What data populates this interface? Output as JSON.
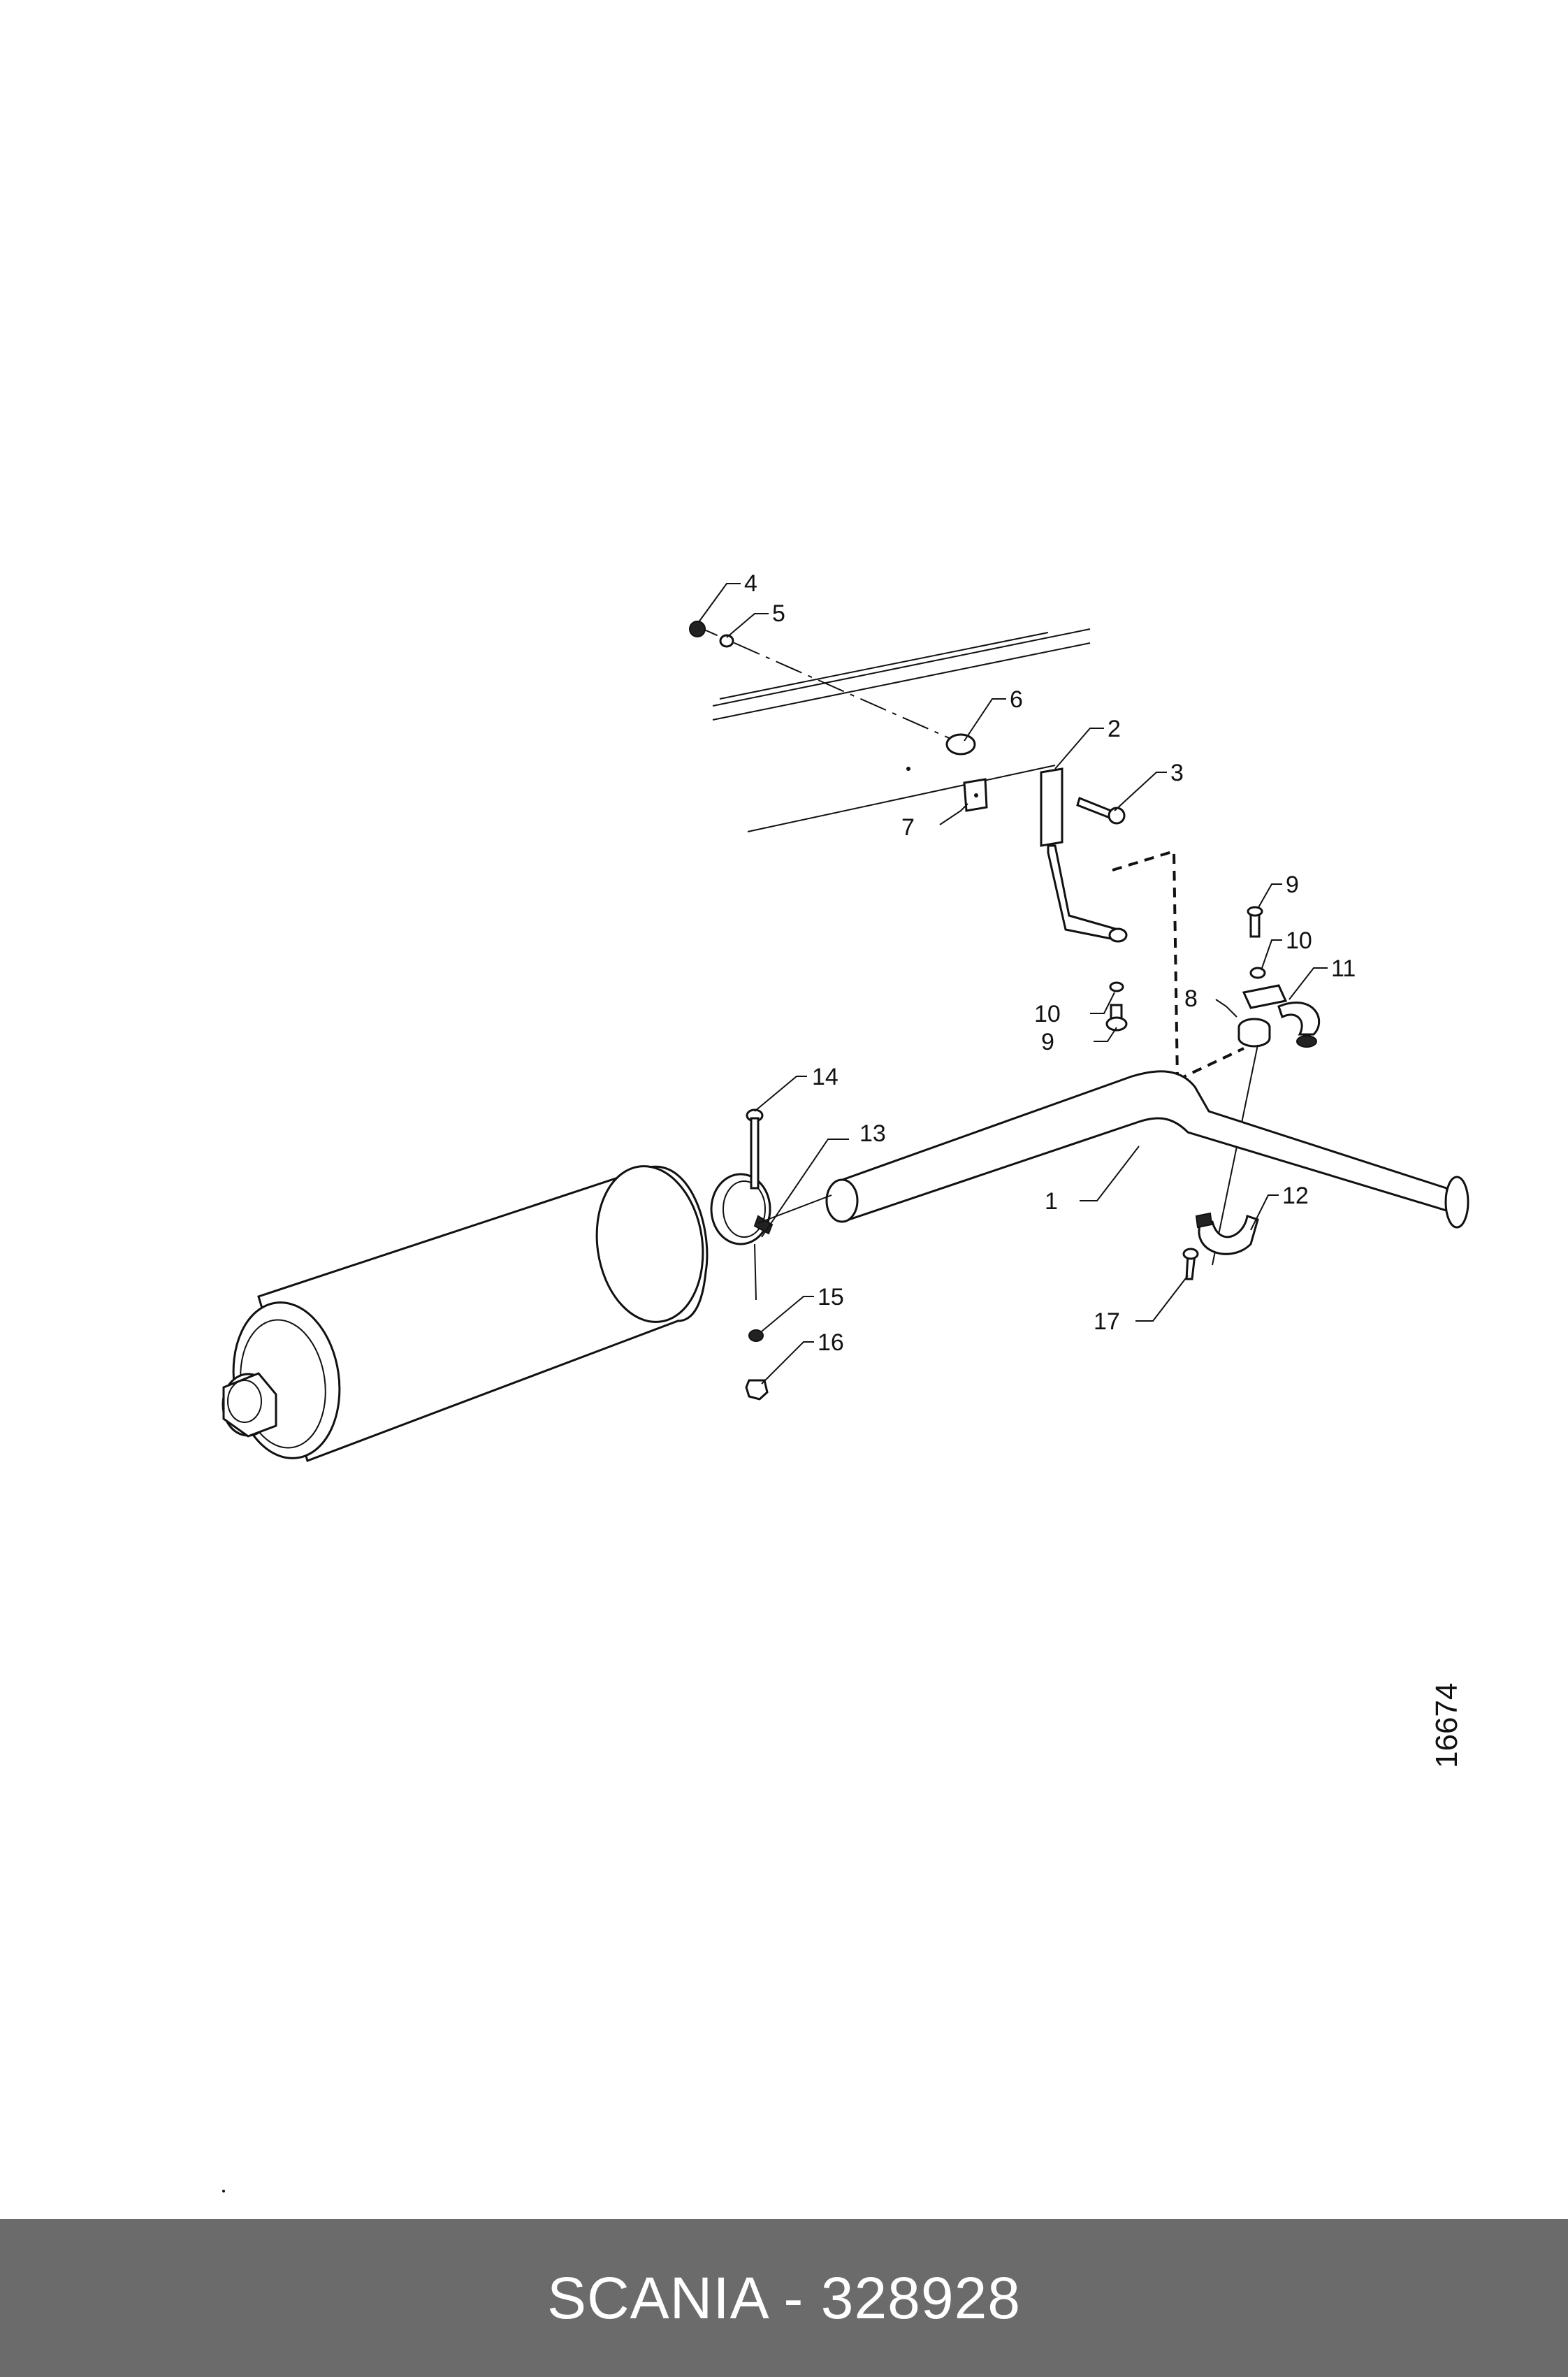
{
  "diagram": {
    "drawing_number": "16674",
    "callouts": [
      "1",
      "2",
      "3",
      "4",
      "5",
      "6",
      "7",
      "8",
      "9",
      "9",
      "10",
      "10",
      "11",
      "12",
      "13",
      "14",
      "15",
      "16",
      "17"
    ]
  },
  "footer": {
    "label": "SCANIA - 328928"
  }
}
